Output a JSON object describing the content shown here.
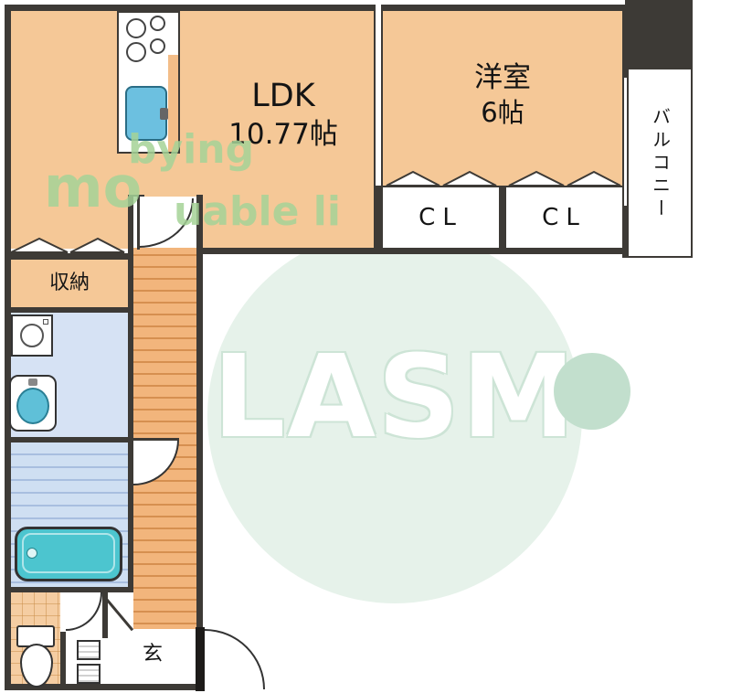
{
  "watermark": {
    "logo": "LASM",
    "fragments": [
      "bying",
      "mo",
      "uable li"
    ]
  },
  "plan": {
    "rooms": {
      "ldk": {
        "label": "LDK",
        "size": "10.77帖"
      },
      "western": {
        "label": "洋室",
        "size": "6帖"
      },
      "closet1": {
        "label": "CL"
      },
      "closet2": {
        "label": "CL"
      },
      "balcony": {
        "label": "バルコニー"
      },
      "storage": {
        "label": "収納"
      },
      "entrance": {
        "label": "玄"
      }
    },
    "colors": {
      "wall": "#3d3a36",
      "room_peach": "#f5c897",
      "hallway_orange": "#f2b57c",
      "washroom_blue": "#d6e2f4",
      "bathroom_blue": "#cfdff2",
      "bathtub_teal": "#4cc5cf",
      "sink_blue": "#6cc0e0",
      "toilet_tile": "#f5cda2",
      "watermark_green": "#e6f2ea",
      "watermark_dot_green": "#c2dfcd"
    }
  }
}
